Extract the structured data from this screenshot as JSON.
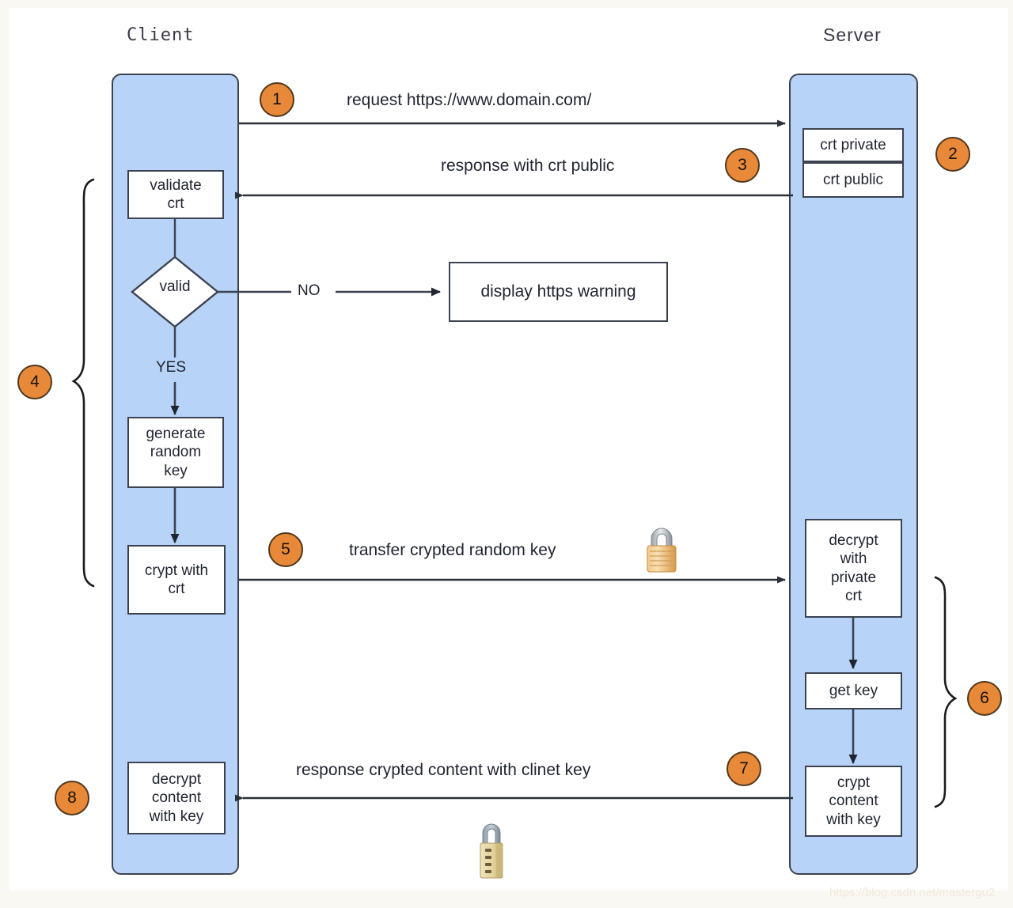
{
  "diagram": {
    "title": "HTTPS handshake sequence",
    "colors": {
      "lane_fill": "#b8d3f8",
      "lane_stroke": "#3c4250",
      "badge_fill": "#e8893a",
      "badge_stroke": "#51381c",
      "node_fill": "#ffffff",
      "line": "#2b2f38",
      "watermark": "#efe9dd"
    }
  },
  "lanes": {
    "client": {
      "title": "Client"
    },
    "server": {
      "title": "Server"
    }
  },
  "badges": [
    {
      "id": "1",
      "label": "1"
    },
    {
      "id": "2",
      "label": "2"
    },
    {
      "id": "3",
      "label": "3"
    },
    {
      "id": "4",
      "label": "4"
    },
    {
      "id": "5",
      "label": "5"
    },
    {
      "id": "6",
      "label": "6"
    },
    {
      "id": "7",
      "label": "7"
    },
    {
      "id": "8",
      "label": "8"
    }
  ],
  "messages": {
    "request": "request https://www.domain.com/",
    "response_crt": "response with crt public",
    "transfer_key": "transfer crypted random key",
    "response_content": "response crypted content with clinet key"
  },
  "client_nodes": {
    "validate_crt": "validate\ncrt",
    "valid_decision": "valid",
    "yes_label": "YES",
    "no_label": "NO",
    "generate_random_key": "generate\nrandom\nkey",
    "crypt_with_crt": "crypt with\ncrt",
    "decrypt_content_with_key": "decrypt\ncontent\nwith key"
  },
  "server_nodes": {
    "crt_private": "crt private",
    "crt_public": "crt public",
    "decrypt_with_private_crt": "decrypt\nwith\nprivate\ncrt",
    "get_key": "get key",
    "crypt_content_with_key": "crypt\ncontent\nwith key"
  },
  "outside_nodes": {
    "https_warning": "display https warning"
  },
  "icons": {
    "padlock_transfer": "padlock-closed-icon",
    "padlock_bottom": "combination-padlock-icon"
  },
  "watermark": "https://blog.csdn.net/mastergu2"
}
